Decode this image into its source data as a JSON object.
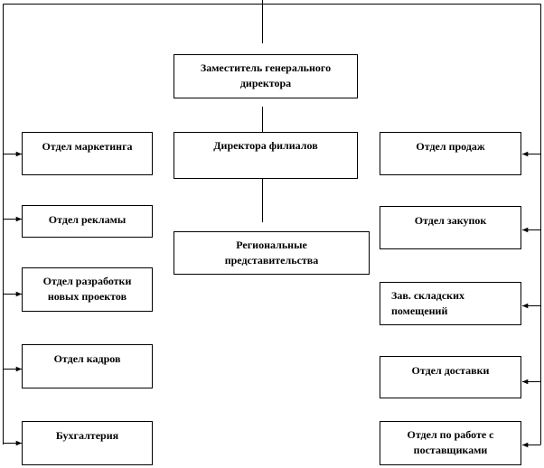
{
  "diagram": {
    "deputy_director": "Заместитель генерального директора",
    "branch_directors": "Директора  филиалов",
    "regional_offices": "Региональные представительства",
    "left_departments": [
      "Отдел маркетинга",
      "Отдел  рекламы",
      "Отдел разработки новых проектов",
      "Отдел кадров",
      "Бухгалтерия"
    ],
    "right_departments": [
      "Отдел продаж",
      "Отдел закупок",
      "Зав. складских помещений",
      "Отдел доставки",
      "Отдел по работе с поставщиками"
    ]
  }
}
